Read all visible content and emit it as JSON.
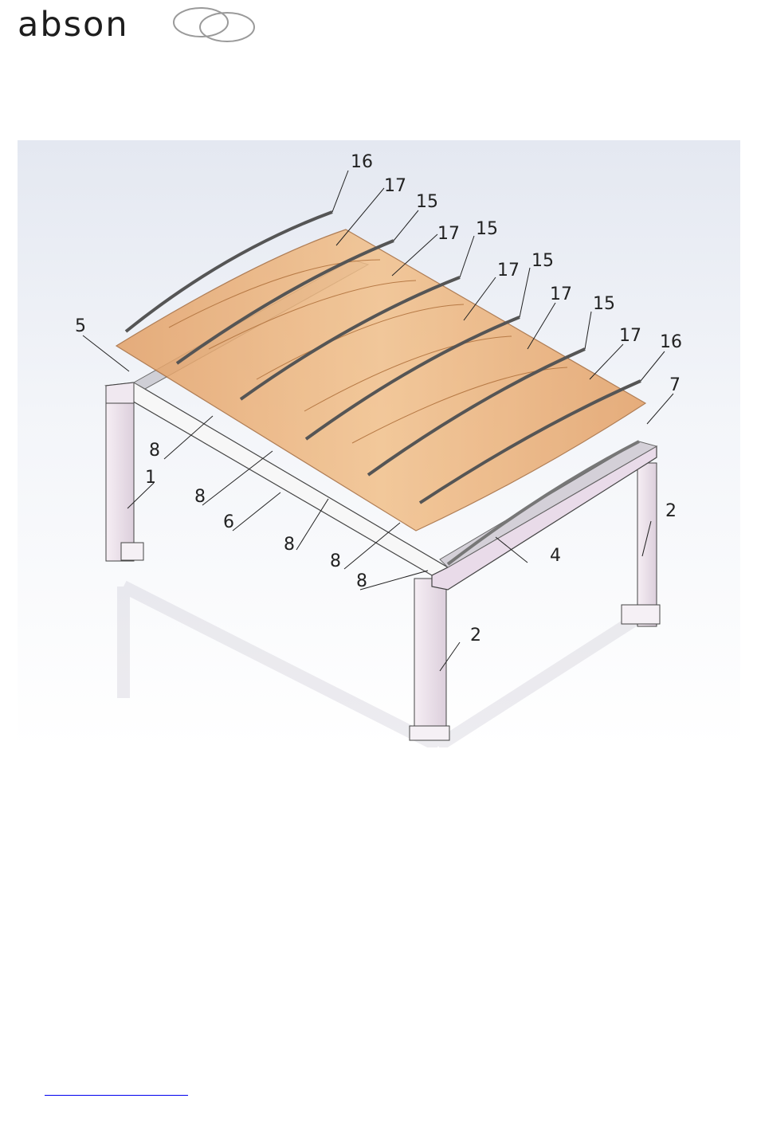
{
  "brand": {
    "name": "abson"
  },
  "callouts": [
    "16",
    "17",
    "15",
    "17",
    "15",
    "17",
    "15",
    "17",
    "15",
    "17",
    "16",
    "5",
    "7",
    "8",
    "8",
    "6",
    "8",
    "8",
    "8",
    "1",
    "4",
    "2",
    "2"
  ],
  "footer": {
    "link_text": ""
  }
}
